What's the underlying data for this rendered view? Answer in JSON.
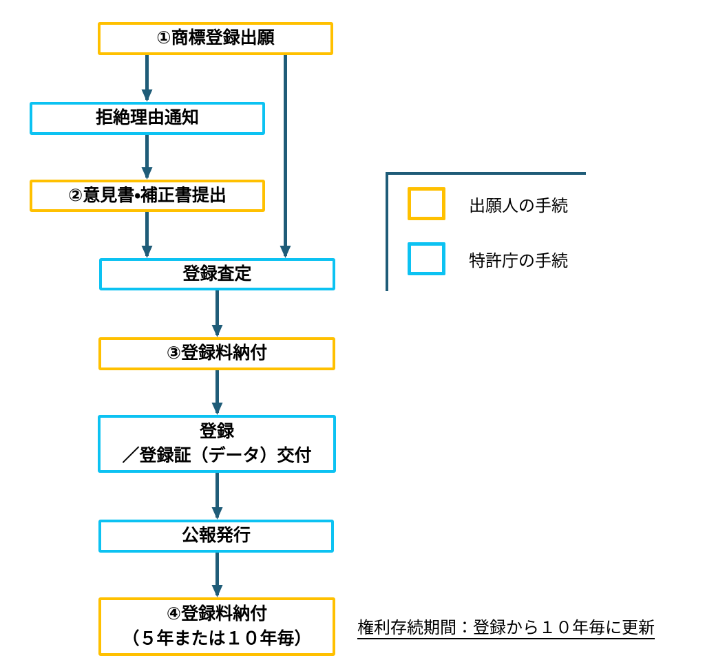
{
  "colors": {
    "applicant": "#FFC000",
    "office": "#0CC2F2",
    "arrow": "#1F5C78",
    "text": "#000000"
  },
  "flow": {
    "steps": [
      {
        "id": "application",
        "label": "①商標登録出願",
        "type": "applicant"
      },
      {
        "id": "rejection-notice",
        "label": "拒絶理由通知",
        "type": "office"
      },
      {
        "id": "opinion-amendment",
        "label": "②意見書・補正書提出",
        "type": "applicant"
      },
      {
        "id": "registration-decision",
        "label": "登録査定",
        "type": "office"
      },
      {
        "id": "registration-fee",
        "label": "③登録料納付",
        "type": "applicant"
      },
      {
        "id": "registration-issue",
        "label": "登録\n／登録証（データ）交付",
        "type": "office"
      },
      {
        "id": "gazette-publication",
        "label": "公報発行",
        "type": "office"
      },
      {
        "id": "renewal-fee",
        "label": "④登録料納付\n（５年または１０年毎）",
        "type": "applicant"
      }
    ]
  },
  "legend": {
    "items": [
      {
        "label": "出願人の手続",
        "type": "applicant"
      },
      {
        "label": "特許庁の手続",
        "type": "office"
      }
    ]
  },
  "note": {
    "text": "権利存続期間：登録から１０年毎に更新"
  }
}
